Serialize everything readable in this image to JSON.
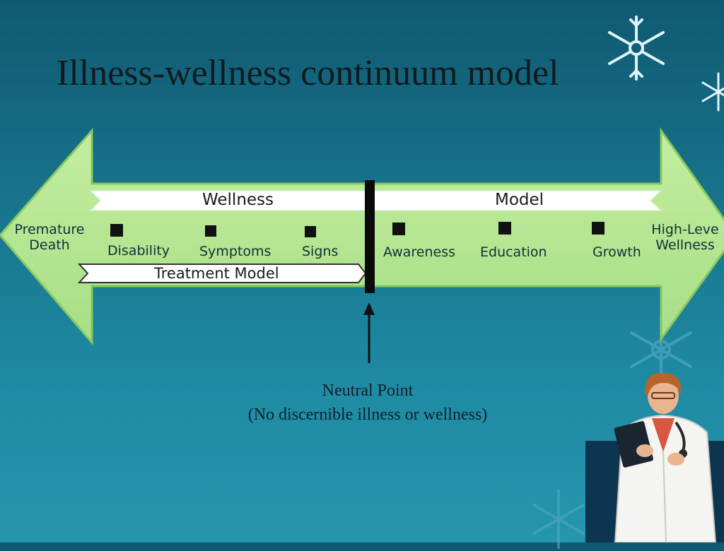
{
  "slide": {
    "title": "Illness-wellness continuum model"
  },
  "diagram": {
    "band_left_label": "Wellness",
    "band_right_label": "Model",
    "treatment_label": "Treatment Model",
    "left_end": {
      "line1": "Premature",
      "line2": "Death"
    },
    "right_end": {
      "line1": "High-Leve",
      "line2": "Wellness"
    },
    "left_stages": [
      "Disability",
      "Symptoms",
      "Signs"
    ],
    "right_stages": [
      "Awareness",
      "Education",
      "Growth"
    ],
    "neutral": {
      "line1": "Neutral Point",
      "line2": "(No discernible illness or wellness)"
    }
  },
  "colors": {
    "arrow_fill": "#b2e590",
    "arrow_stroke": "#7fc35a",
    "band_fill": "#ffffff",
    "divider": "#0a0a0a",
    "background_top": "#0f5a72",
    "background_bottom": "#2596ad"
  },
  "icons": [
    "snowflake-icon",
    "doctor-illustration",
    "stage-marker-icon",
    "up-arrow-icon"
  ]
}
